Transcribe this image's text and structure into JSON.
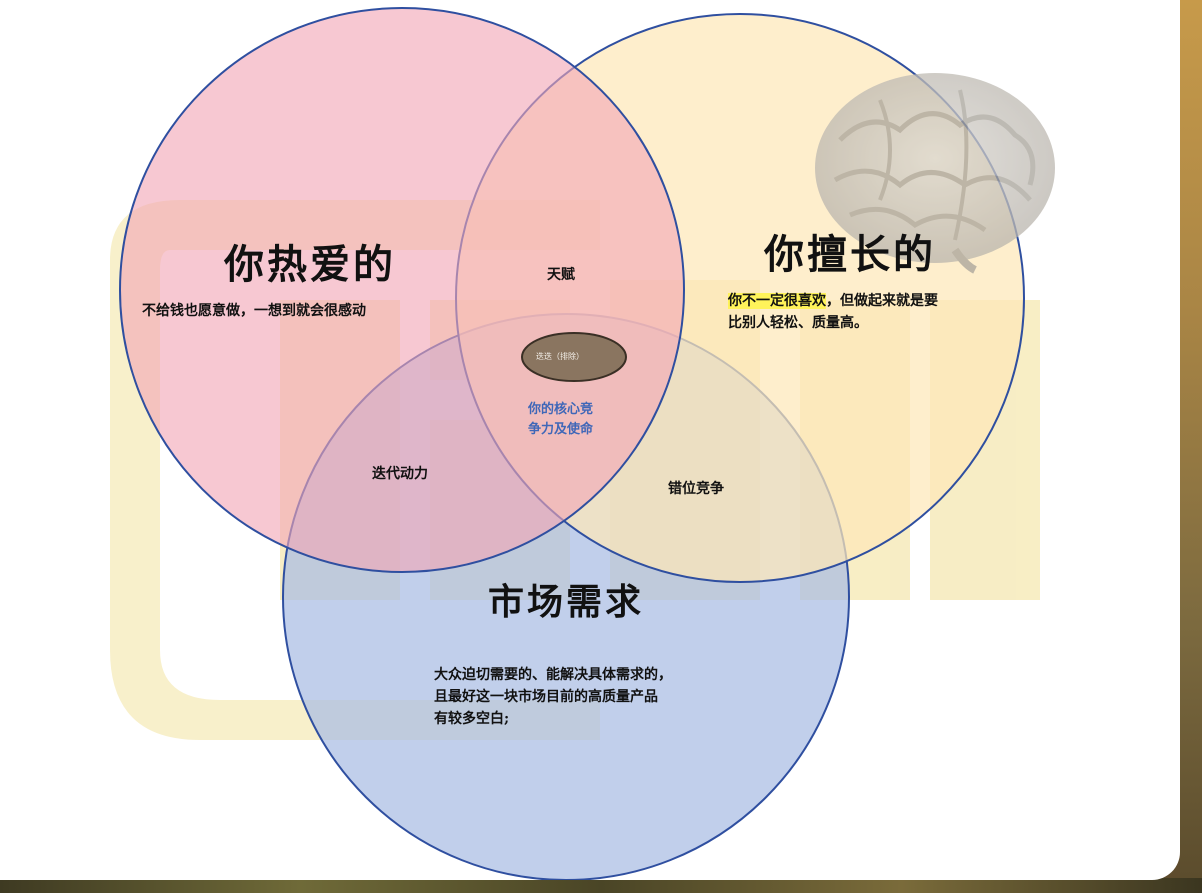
{
  "diagram": {
    "circles": {
      "love": {
        "title": "你热爱的",
        "description": "不给钱也愿意做，一想到就会很感动",
        "fill": "#f2a6b6",
        "stroke": "#2f4fa0"
      },
      "skill": {
        "title": "你擅长的",
        "description_highlight": "你不一定很喜欢",
        "description_rest_1": "，但做起来就是要",
        "description_line2": "比别人轻松、质量高。",
        "fill": "#fde7b8",
        "stroke": "#2f4fa0"
      },
      "market": {
        "title": "市场需求",
        "description_line1": "大众迫切需要的、能解决具体需求的，",
        "description_line2": "且最好这一块市场目前的高质量产品",
        "description_line3": "有较多空白;",
        "fill": "#a9bde3",
        "stroke": "#2f4fa0"
      }
    },
    "overlaps": {
      "love_skill": "天赋",
      "love_market": "迭代动力",
      "skill_market": "错位竞争",
      "center_line1": "你的核心竞",
      "center_line2": "争力及使命",
      "center_pill": "迭迭（排除）"
    },
    "colors": {
      "center_text": "#3f67b8",
      "highlight": "#fff35a",
      "pill": "#8a7560"
    },
    "decorations": {
      "brain_icon": "brain-icon",
      "watermark": "watermark-logo"
    }
  }
}
